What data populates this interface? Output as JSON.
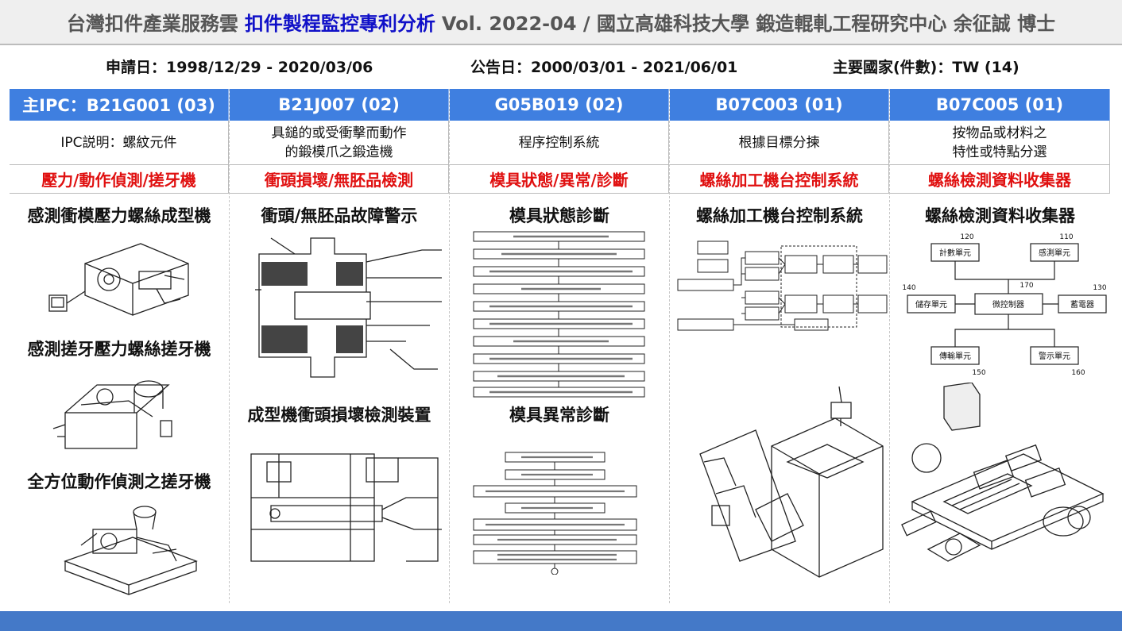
{
  "header": {
    "prefix": "台灣扣件產業服務雲",
    "highlight": "扣件製程監控專利分析",
    "suffix": "Vol. 2022-04 / 國立高雄科技大學 鍛造輥軋工程研究中心 余征誠 博士"
  },
  "meta": {
    "application": "申請日：1998/12/29 - 2020/03/06",
    "publication": "公告日：2000/03/01 - 2021/06/01",
    "country": "主要國家(件數)：TW (14)"
  },
  "columns": [
    {
      "ipc": "主IPC：B21G001 (03)",
      "desc": "IPC説明：螺紋元件",
      "tag": "壓力/動作偵測/搓牙機",
      "subs": [
        "感測衝模壓力螺絲成型機",
        "感測搓牙壓力螺絲搓牙機",
        "全方位動作偵測之搓牙機"
      ]
    },
    {
      "ipc": "B21J007 (02)",
      "desc": "具鎚的或受衝擊而動作\n的鍛模爪之鍛造機",
      "tag": "衝頭損壞/無胚品檢測",
      "subs": [
        "衝頭/無胚品故障警示",
        "成型機衝頭損壞檢測裝置"
      ]
    },
    {
      "ipc": "G05B019 (02)",
      "desc": "程序控制系統",
      "tag": "模具狀態/異常/診斷",
      "subs": [
        "模具狀態診斷",
        "模具異常診斷"
      ]
    },
    {
      "ipc": "B07C003 (01)",
      "desc": "根據目標分揀",
      "tag": "螺絲加工機台控制系統",
      "subs": [
        "螺絲加工機台控制系統"
      ]
    },
    {
      "ipc": "B07C005 (01)",
      "desc": "按物品或材料之\n特性或特點分選",
      "tag": "螺絲檢測資料收集器",
      "subs": [
        "螺絲檢測資料收集器"
      ]
    }
  ],
  "fig_labels": {
    "block": [
      "計數單元",
      "感測單元",
      "儲存單元",
      "微控制器",
      "蓄電器",
      "傳輸單元",
      "警示單元"
    ],
    "nums": [
      "120",
      "110",
      "140",
      "170",
      "130",
      "150",
      "160"
    ]
  }
}
